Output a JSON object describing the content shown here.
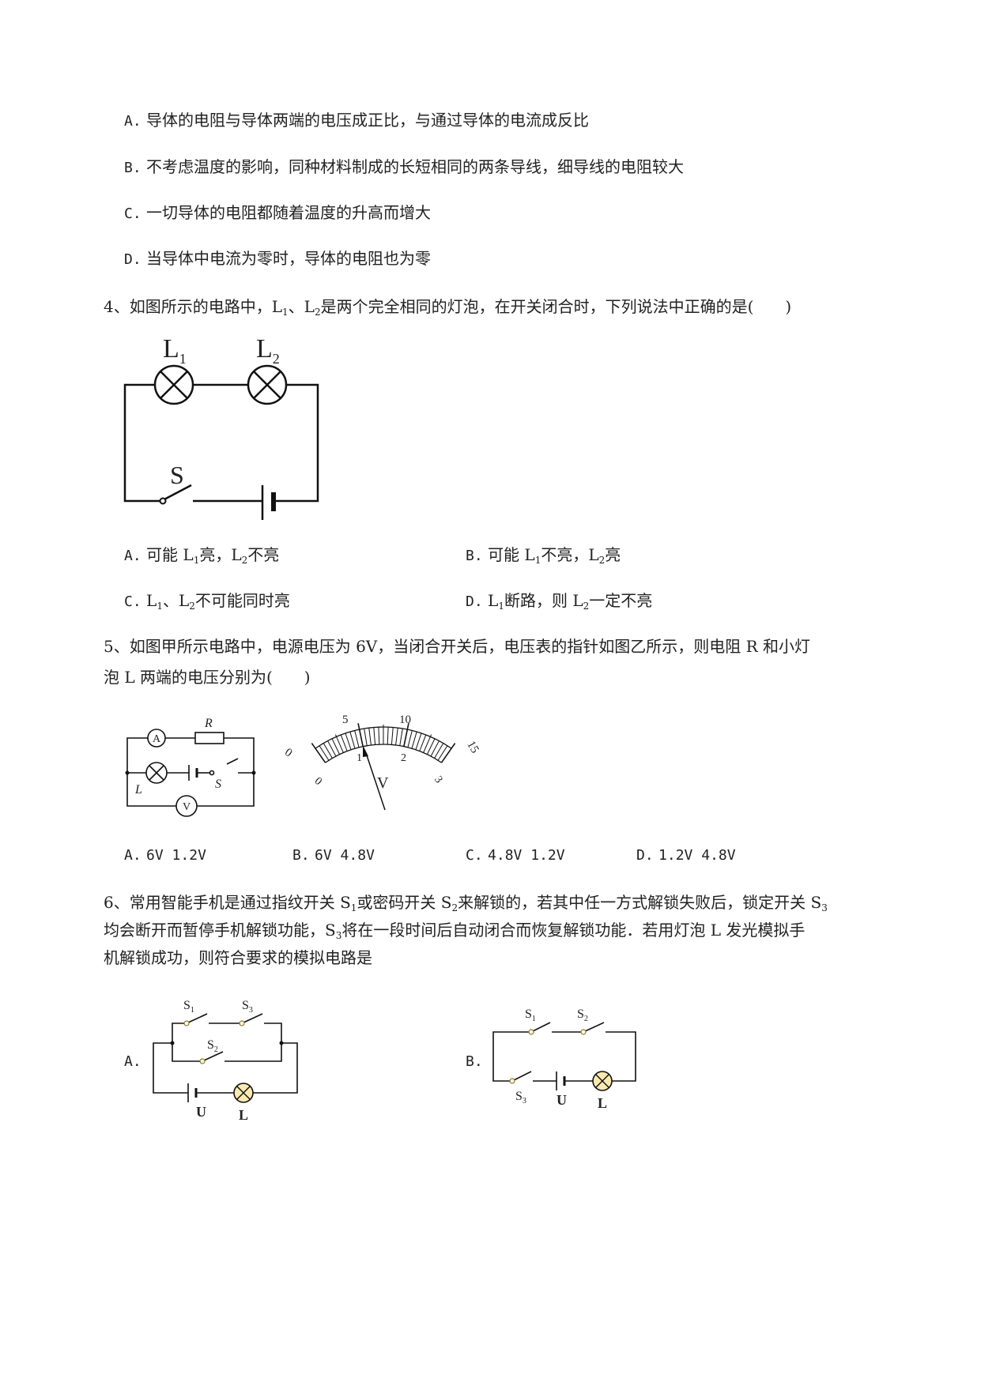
{
  "q3": {
    "A": "A.",
    "A_text": "导体的电阻与导体两端的电压成正比，与通过导体的电流成反比",
    "B": "B.",
    "B_text": "不考虑温度的影响，同种材料制成的长短相同的两条导线，细导线的电阻较大",
    "C": "C.",
    "C_text": "一切导体的电阻都随着温度的升高而增大",
    "D": "D.",
    "D_text": "当导体中电流为零时，导体的电阻也为零"
  },
  "q4": {
    "stem_pre": "4、如图所示的电路中，L",
    "sub1": "1",
    "stem_mid1": "、L",
    "sub2": "2",
    "stem_post": "是两个完全相同的灯泡，在开关闭合时，下列说法中正确的是(　　)",
    "diagram": {
      "lamp1": "L",
      "lamp1_sub": "1",
      "lamp2": "L",
      "lamp2_sub": "2",
      "switch": "S"
    },
    "A": {
      "letter": "A.",
      "t1": "可能 L",
      "s1": "1",
      "t2": "亮，L",
      "s2": "2",
      "t3": "不亮"
    },
    "B": {
      "letter": "B.",
      "t1": "可能 L",
      "s1": "1",
      "t2": "不亮，L",
      "s2": "2",
      "t3": "亮"
    },
    "C": {
      "letter": "C.",
      "t1": "L",
      "s1": "1",
      "t2": "、L",
      "s2": "2",
      "t3": "不可能同时亮"
    },
    "D": {
      "letter": "D.",
      "t1": "L",
      "s1": "1",
      "t2": "断路，则 L",
      "s2": "2",
      "t3": "一定不亮"
    }
  },
  "q5": {
    "line1": "5、如图甲所示电路中，电源电压为 6V，当闭合开关后，电压表的指针如图乙所示，则电阻 R 和小灯",
    "line2": "泡 L 两端的电压分别为(　　)",
    "circuit": {
      "ammeter": "A",
      "resistor": "R",
      "lamp": "L",
      "switch": "S",
      "voltmeter": "V"
    },
    "meter": {
      "outer": [
        "0",
        "5",
        "10",
        "15"
      ],
      "inner": [
        "0",
        "1",
        "2",
        "3"
      ],
      "unit": "V"
    },
    "A": {
      "letter": "A.",
      "text": "6V  1.2V"
    },
    "B": {
      "letter": "B.",
      "text": "6V  4.8V"
    },
    "C": {
      "letter": "C.",
      "text": "4.8V  1.2V"
    },
    "D": {
      "letter": "D.",
      "text": "1.2V  4.8V"
    }
  },
  "q6": {
    "l1_a": "6、常用智能手机是通过指纹开关 S",
    "l1_s1": "1",
    "l1_b": "或密码开关 S",
    "l1_s2": "2",
    "l1_c": "来解锁的，若其中任一方式解锁失败后，锁定开关 S",
    "l1_s3": "3",
    "l2_a": "均会断开而暂停手机解锁功能，S",
    "l2_s3": "3",
    "l2_b": "将在一段时间后自动闭合而恢复解锁功能．若用灯泡 L 发光模拟手",
    "line3": "机解锁成功，则符合要求的模拟电路是",
    "optA": "A.",
    "optB": "B.",
    "labels": {
      "s": "S",
      "s1": "1",
      "s2": "2",
      "s3": "3",
      "u": "U",
      "l": "L"
    }
  }
}
